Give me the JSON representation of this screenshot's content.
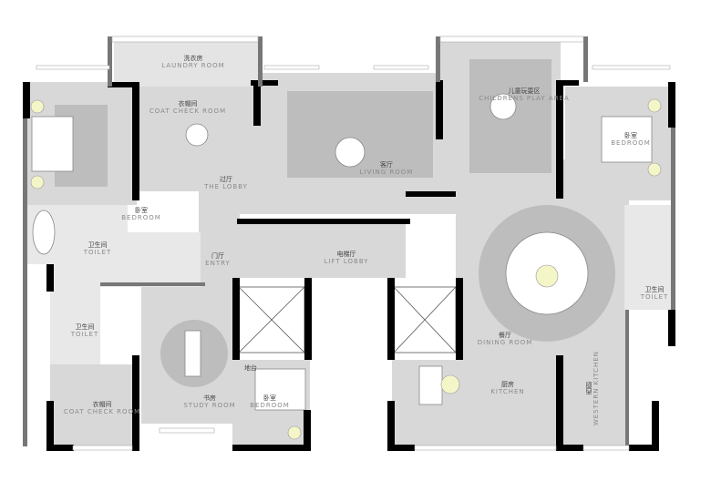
{
  "plan": {
    "colors": {
      "floor": "#d8d8d8",
      "rug": "#bdbdbd",
      "wall": "#000000",
      "partition": "#777777",
      "light": "#f4f6c8"
    },
    "rooms": {
      "laundry": {
        "zh": "洗衣房",
        "en": "LAUNDRY ROOM"
      },
      "coat_check_top": {
        "zh": "衣帽间",
        "en": "COAT CHECK ROOM"
      },
      "lobby": {
        "zh": "过厅",
        "en": "THE LOBBY"
      },
      "living": {
        "zh": "客厅",
        "en": "LIVING ROOM"
      },
      "play": {
        "zh": "儿童玩耍区",
        "en": "CHILDRENS PLAY AREA"
      },
      "bedroom_right": {
        "zh": "卧室",
        "en": "BEDROOM"
      },
      "bedroom_left": {
        "zh": "卧室",
        "en": "BEDROOM"
      },
      "toilet_left": {
        "zh": "卫生间",
        "en": "TOILET"
      },
      "entry": {
        "zh": "门厅",
        "en": "ENTRY"
      },
      "lift_lobby": {
        "zh": "电梯厅",
        "en": "LIFT LOBBY"
      },
      "toilet_right": {
        "zh": "卫生间",
        "en": "TOILET"
      },
      "dining": {
        "zh": "餐厅",
        "en": "DINING ROOM"
      },
      "toilet_bottom": {
        "zh": "卫生间",
        "en": "TOILET"
      },
      "coat_check_bottom": {
        "zh": "衣帽间",
        "en": "COAT CHECK ROOM"
      },
      "study": {
        "zh": "书房",
        "en": "STUDY ROOM"
      },
      "platform": {
        "zh": "地台"
      },
      "bedroom_bottom": {
        "zh": "卧室",
        "en": "BEDROOM"
      },
      "kitchen": {
        "zh": "厨房",
        "en": "KITCHEN"
      },
      "western_kitchen": {
        "zh": "西厨",
        "en": "WESTERN KITCHEN"
      }
    }
  }
}
